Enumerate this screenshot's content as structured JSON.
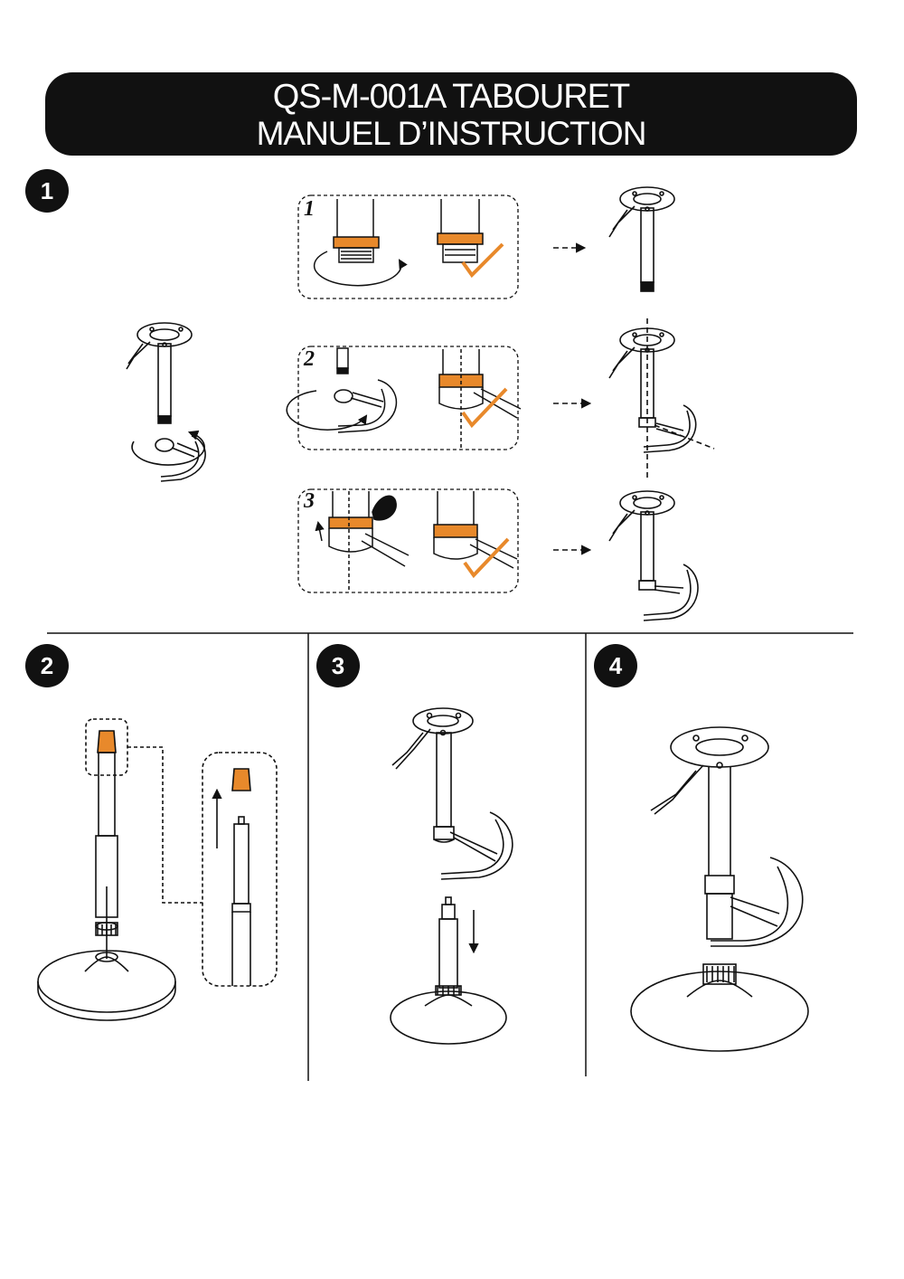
{
  "header": {
    "title_line1": "QS-M-001A  TABOURET",
    "title_line2": "MANUEL D’INSTRUCTION"
  },
  "steps": [
    {
      "number": "1"
    },
    {
      "number": "2"
    },
    {
      "number": "3"
    },
    {
      "number": "4"
    }
  ],
  "substeps": [
    "1",
    "2",
    "3"
  ],
  "colors": {
    "accent": "#E8892B",
    "ink": "#111111",
    "header_bg": "#111111"
  }
}
